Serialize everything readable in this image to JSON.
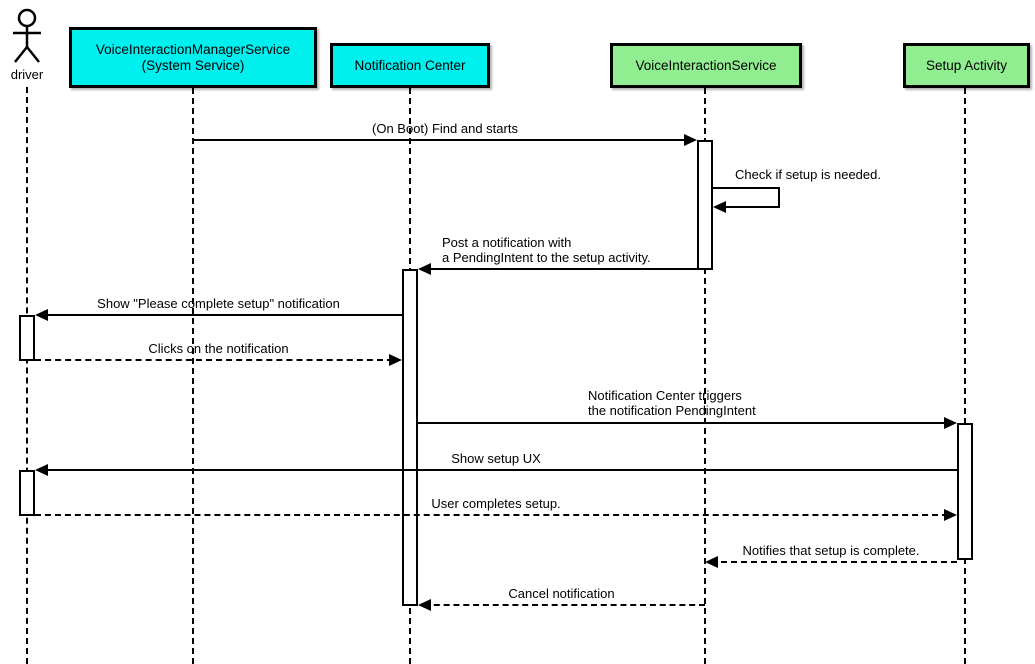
{
  "diagram": {
    "type": "uml-sequence-diagram",
    "colors": {
      "system_service_fill": "#00f0f0",
      "app_component_fill": "#90ee90",
      "line": "#000000",
      "background": "#ffffff"
    },
    "participants": [
      {
        "id": "driver",
        "kind": "actor",
        "label": "driver"
      },
      {
        "id": "vims",
        "kind": "object",
        "fill": "#00f0f0",
        "label": "VoiceInteractionManagerService\n(System Service)"
      },
      {
        "id": "notification-center",
        "kind": "object",
        "fill": "#00f0f0",
        "label": "Notification Center"
      },
      {
        "id": "vis",
        "kind": "object",
        "fill": "#90ee90",
        "label": "VoiceInteractionService"
      },
      {
        "id": "setup-activity",
        "kind": "object",
        "fill": "#90ee90",
        "label": "Setup Activity"
      }
    ],
    "messages": [
      {
        "from": "vims",
        "to": "vis",
        "style": "solid",
        "label": "(On Boot) Find and starts"
      },
      {
        "from": "vis",
        "to": "vis",
        "style": "solid",
        "self_call": true,
        "label": "Check if setup is needed."
      },
      {
        "from": "vis",
        "to": "notification-center",
        "style": "solid",
        "label": "Post a notification with\na PendingIntent to the setup activity."
      },
      {
        "from": "notification-center",
        "to": "driver",
        "style": "solid",
        "label": "Show \"Please complete setup\" notification"
      },
      {
        "from": "driver",
        "to": "notification-center",
        "style": "dashed",
        "label": "Clicks on the notification"
      },
      {
        "from": "notification-center",
        "to": "setup-activity",
        "style": "solid",
        "label": "Notification Center triggers\nthe notification PendingIntent"
      },
      {
        "from": "setup-activity",
        "to": "driver",
        "style": "solid",
        "label": "Show setup UX"
      },
      {
        "from": "driver",
        "to": "setup-activity",
        "style": "dashed",
        "label": "User completes setup."
      },
      {
        "from": "setup-activity",
        "to": "vis",
        "style": "dashed",
        "label": "Notifies that setup is complete."
      },
      {
        "from": "vis",
        "to": "notification-center",
        "style": "dashed",
        "label": "Cancel notification"
      }
    ]
  }
}
